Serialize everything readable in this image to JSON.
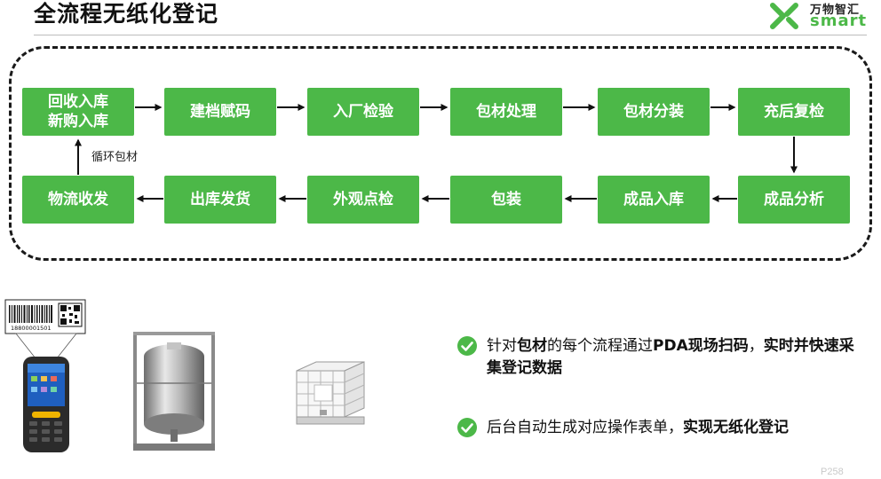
{
  "title": "全流程无纸化登记",
  "logo": {
    "cn": "万物智汇",
    "en": "smart",
    "brand_color": "#4cb848"
  },
  "flow": {
    "top_row": [
      {
        "label": "回收入库\n新购入库"
      },
      {
        "label": "建档赋码"
      },
      {
        "label": "入厂检验"
      },
      {
        "label": "包材处理"
      },
      {
        "label": "包材分装"
      },
      {
        "label": "充后复检"
      }
    ],
    "bottom_row": [
      {
        "label": "物流收发"
      },
      {
        "label": "出库发货"
      },
      {
        "label": "外观点检"
      },
      {
        "label": "包装"
      },
      {
        "label": "成品入库"
      },
      {
        "label": "成品分析"
      }
    ],
    "loop_label": "循环包材",
    "node_color": "#4cb848"
  },
  "barcode_text": "18800001501",
  "bullets": [
    {
      "p1": "针对",
      "b1": "包材",
      "p2": "的每个流程通过",
      "b2": "PDA现场扫码",
      "p3": "，",
      "b3": "实时并快速采集登记数据"
    },
    {
      "p1": "后台自动生成对应操作表单，",
      "b1": "实现无纸化登记"
    }
  ],
  "page_number": "P258"
}
